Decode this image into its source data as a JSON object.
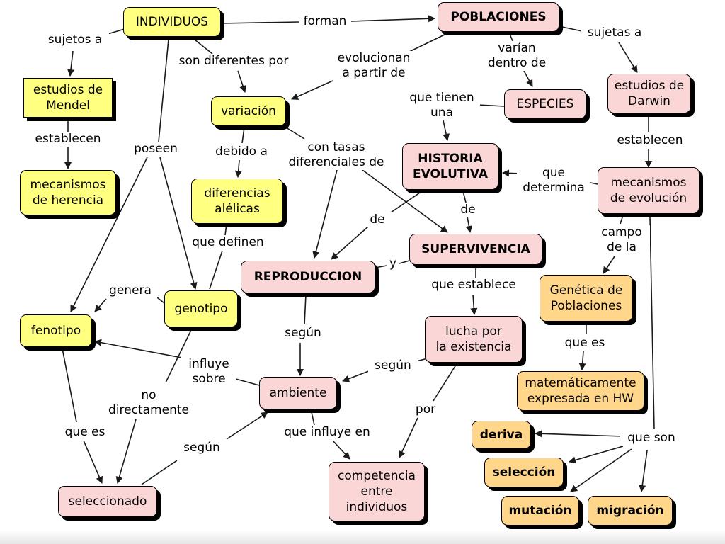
{
  "concept_map": {
    "nodes": {
      "individuos": "INDIVIDUOS",
      "poblaciones": "POBLACIONES",
      "estudios_mendel": "estudios de\nMendel",
      "mecanismos_herencia": "mecanismos\nde herencia",
      "variacion": "variación",
      "especies": "ESPECIES",
      "estudios_darwin": "estudios de\nDarwin",
      "historia_evolutiva": "HISTORIA\nEVOLUTIVA",
      "mecanismos_evolucion": "mecanismos\nde evolución",
      "diferencias_alelicas": "diferencias\nalélicas",
      "supervivencia": "SUPERVIVENCIA",
      "reproduccion": "REPRODUCCION",
      "genetica_poblaciones": "Genética de\nPoblaciones",
      "fenotipo": "fenotipo",
      "genotipo": "genotipo",
      "lucha_existencia": "lucha por\nla existencia",
      "ambiente": "ambiente",
      "matematicamente_hw": "matemáticamente\nexpresada en HW",
      "deriva": "deriva",
      "seleccion": "selección",
      "mutacion": "mutación",
      "migracion": "migración",
      "seleccionado": "seleccionado",
      "competencia": "competencia\nentre\nindividuos"
    },
    "links": {
      "forman": "forman",
      "sujetos_a": "sujetos a",
      "sujetas_a": "sujetas a",
      "son_diferentes_por": "son diferentes por",
      "evolucionan": "evolucionan\na partir de",
      "varian": "varían\ndentro de",
      "establecen_mendel": "establecen",
      "establecen_darwin": "establecen",
      "que_tienen_una": "que tienen\nuna",
      "poseen": "poseen",
      "debido_a": "debido a",
      "con_tasas": "con tasas\ndiferenciales de",
      "que_determina": "que\ndetermina",
      "de_left": "de",
      "de_right": "de",
      "que_definen": "que definen",
      "campo_de_la": "campo\nde la",
      "y": "y",
      "genera": "genera",
      "que_establece": "que establece",
      "segun_repro": "según",
      "que_es": "que es",
      "influye_sobre": "influye\nsobre",
      "segun_lucha": "según",
      "no_directamente": "no\ndirectamente",
      "por": "por",
      "que_son": "que son",
      "que_es_fenotipo": "que es",
      "segun_selec": "según",
      "que_influye_en": "que influye en"
    }
  },
  "colors": {
    "yellow": "#ffff80",
    "pink": "#fbd6d6",
    "orange": "#ffd68a",
    "lines": "#1a1a1a"
  }
}
